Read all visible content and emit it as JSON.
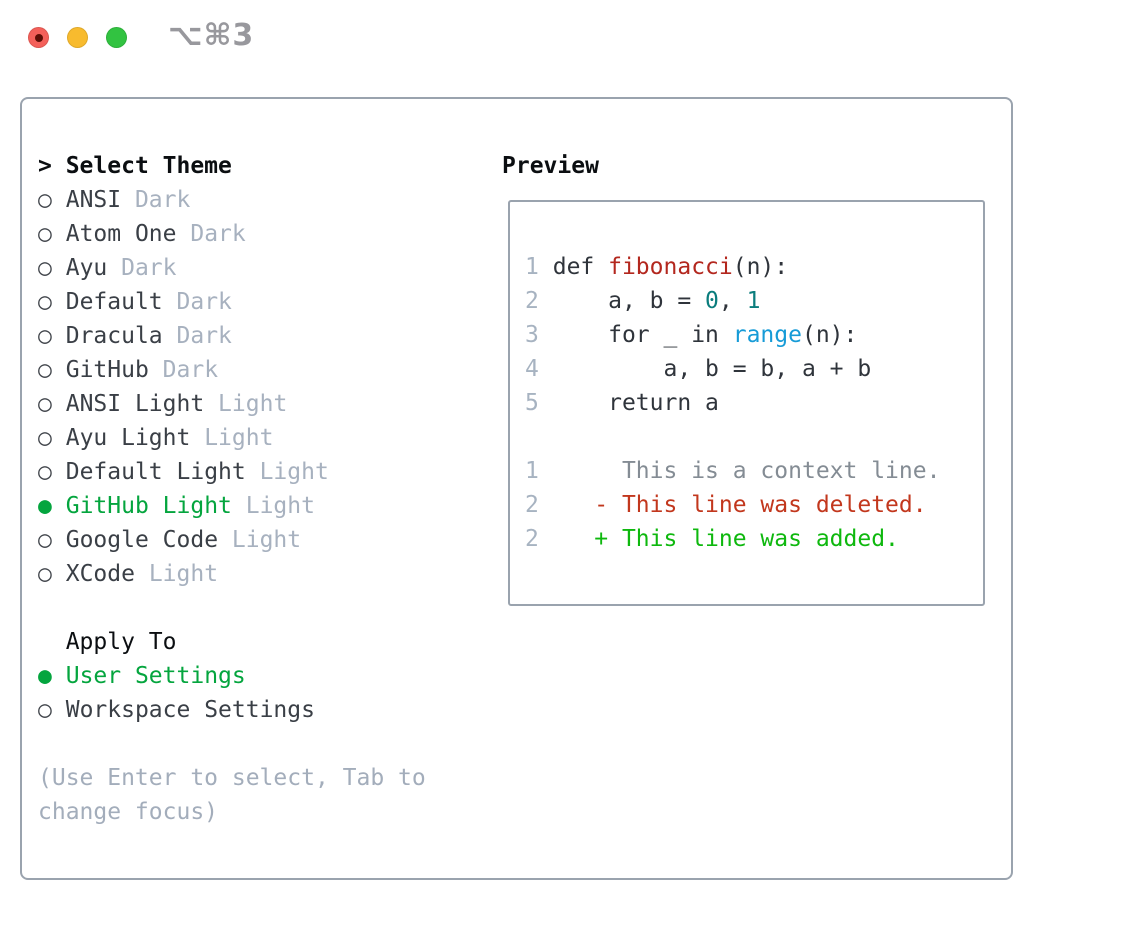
{
  "titlebar": {
    "title": "⌥⌘3"
  },
  "icons": {
    "radio_on": "●",
    "radio_off": "○",
    "cursor": ">"
  },
  "theme_panel": {
    "header_cursor": "> ",
    "header_label": "Select Theme",
    "themes": [
      {
        "name": "ANSI",
        "variant": "Dark",
        "selected": false
      },
      {
        "name": "Atom One",
        "variant": "Dark",
        "selected": false
      },
      {
        "name": "Ayu",
        "variant": "Dark",
        "selected": false
      },
      {
        "name": "Default",
        "variant": "Dark",
        "selected": false
      },
      {
        "name": "Dracula",
        "variant": "Dark",
        "selected": false
      },
      {
        "name": "GitHub",
        "variant": "Dark",
        "selected": false
      },
      {
        "name": "ANSI Light",
        "variant": "Light",
        "selected": false
      },
      {
        "name": "Ayu Light",
        "variant": "Light",
        "selected": false
      },
      {
        "name": "Default Light",
        "variant": "Light",
        "selected": false
      },
      {
        "name": "GitHub Light",
        "variant": "Light",
        "selected": true
      },
      {
        "name": "Google Code",
        "variant": "Light",
        "selected": false
      },
      {
        "name": "XCode",
        "variant": "Light",
        "selected": false
      }
    ],
    "apply_to": {
      "label": "Apply To",
      "options": [
        {
          "name": "User Settings",
          "selected": true
        },
        {
          "name": "Workspace Settings",
          "selected": false
        }
      ]
    },
    "hint_lines": [
      "(Use Enter to select, Tab to",
      "change focus)"
    ]
  },
  "preview": {
    "label": "Preview",
    "code_lines": [
      {
        "num": "1",
        "segments": [
          {
            "text": "def ",
            "style": "code"
          },
          {
            "text": "fibonacci",
            "style": "function"
          },
          {
            "text": "(n):",
            "style": "code"
          }
        ]
      },
      {
        "num": "2",
        "segments": [
          {
            "text": "    a, b = ",
            "style": "code"
          },
          {
            "text": "0",
            "style": "number"
          },
          {
            "text": ", ",
            "style": "code"
          },
          {
            "text": "1",
            "style": "number"
          }
        ]
      },
      {
        "num": "3",
        "segments": [
          {
            "text": "    for _ in ",
            "style": "code"
          },
          {
            "text": "range",
            "style": "builtin"
          },
          {
            "text": "(n):",
            "style": "code"
          }
        ]
      },
      {
        "num": "4",
        "segments": [
          {
            "text": "        a, b = b, a + b",
            "style": "code"
          }
        ]
      },
      {
        "num": "5",
        "segments": [
          {
            "text": "    return a",
            "style": "code"
          }
        ]
      }
    ],
    "diff_lines": [
      {
        "num": "1",
        "marker": " ",
        "text": "This is a context line.",
        "kind": "context"
      },
      {
        "num": "2",
        "marker": "-",
        "text": "This line was deleted.",
        "kind": "deleted"
      },
      {
        "num": "2",
        "marker": "+",
        "text": "This line was added.",
        "kind": "added"
      }
    ]
  },
  "colors": {
    "accent_green": "#04a53e",
    "diff_added_green": "#0eb80e",
    "diff_deleted_red": "#c2371d",
    "diff_context_gray": "#848c94",
    "function_red": "#b3271e",
    "number_teal": "#0b7d7d",
    "builtin_blue": "#169bd7",
    "border_gray": "#9aa3ae",
    "muted_gray": "#a7b1bf",
    "traffic_red": "#f4605a",
    "traffic_yellow": "#f8bb2e",
    "traffic_green": "#32c341"
  }
}
